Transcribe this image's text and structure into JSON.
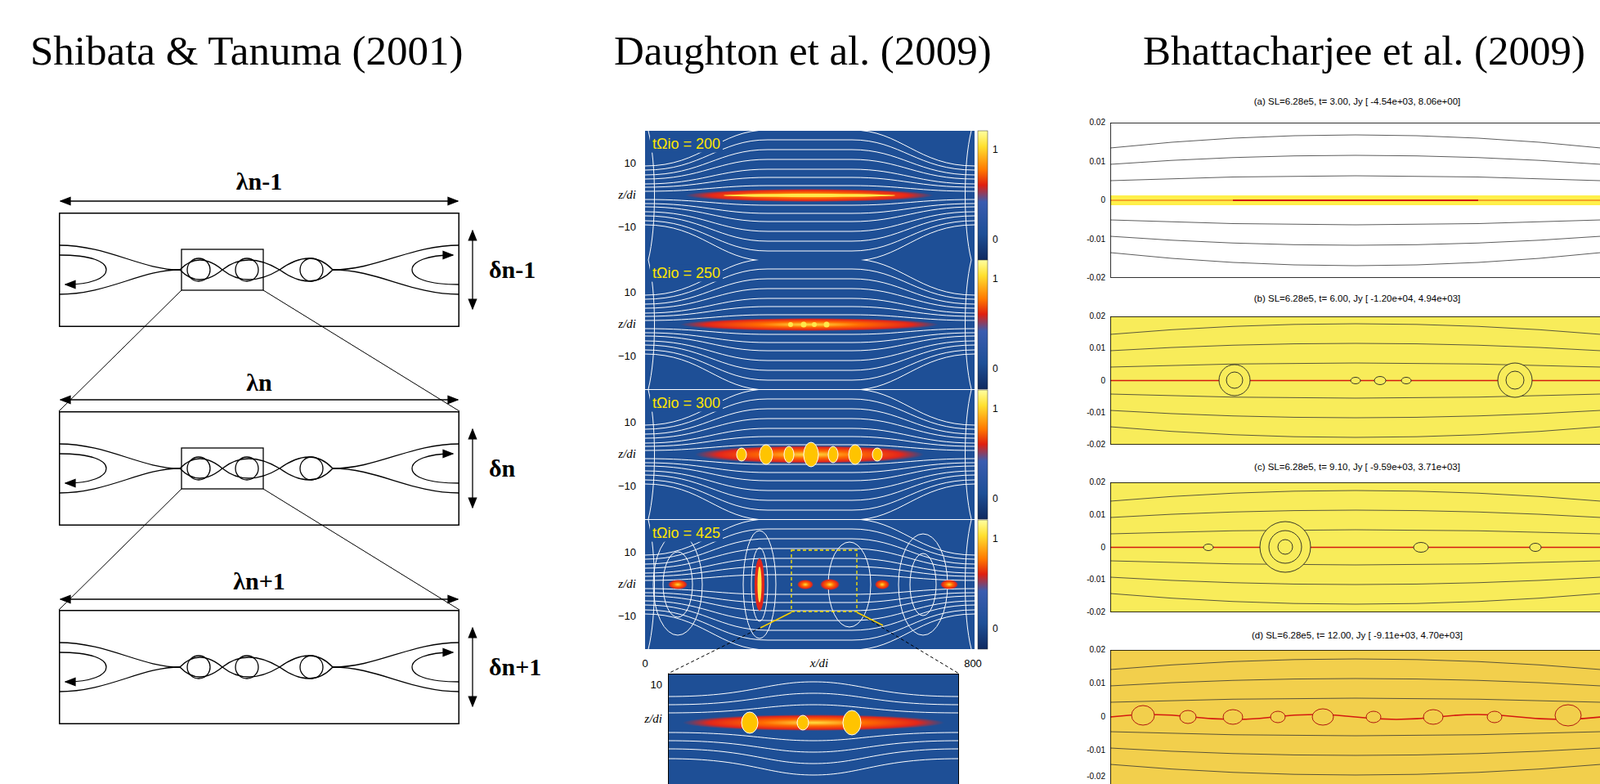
{
  "diagram": {
    "labels": [
      "Shibata & Tanuma (2001)",
      "Daughton et al. (2009)",
      "Bhattacharjee et al. (2009)",
      "λn-1",
      "δn-1",
      "λn",
      "δn",
      "λn+1",
      "δn+1",
      "tΩio = 200",
      "10",
      "z/di",
      "−10",
      "1",
      "0",
      "tΩio = 250",
      "10",
      "z/di",
      "−10",
      "1",
      "0",
      "tΩio = 300",
      "10",
      "z/di",
      "−10",
      "1",
      "0",
      "tΩio = 425",
      "10",
      "z/di",
      "−10",
      "1",
      "0",
      "0",
      "x/di",
      "800",
      "10",
      "z/di",
      "(a) SL=6.28e5, t= 3.00, Jy [ -4.54e+03, 8.06e+00]",
      "0.02",
      "0.01",
      "0",
      "-0.01",
      "-0.02",
      "(b) SL=6.28e5, t= 6.00, Jy [ -1.20e+04, 4.94e+03]",
      "0.02",
      "0.01",
      "0",
      "-0.01",
      "-0.02",
      "(c) SL=6.28e5, t= 9.10, Jy [ -9.59e+03, 3.71e+03]",
      "0.02",
      "0.01",
      "0",
      "-0.01",
      "-0.02",
      "(d) SL=6.28e5, t= 12.00, Jy [ -9.11e+03, 4.70e+03]",
      "0.02",
      "0.01",
      "0",
      "-0.01",
      "-0.02"
    ]
  }
}
